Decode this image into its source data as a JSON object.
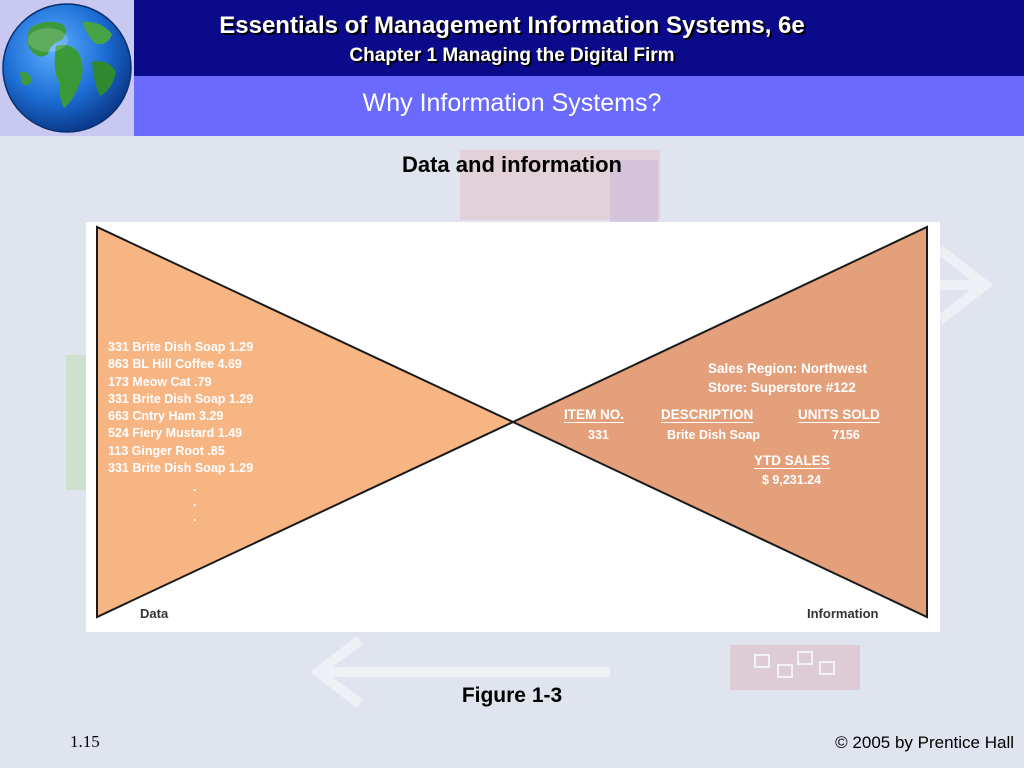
{
  "header": {
    "book_title": "Essentials of Management Information Systems, 6e",
    "chapter_title": "Chapter 1 Managing the Digital Firm",
    "slide_title": "Why Information Systems?"
  },
  "subtitle": "Data and information",
  "figure": {
    "data_items": [
      "331 Brite Dish Soap  1.29",
      "863 BL Hill Coffee  4.69",
      "173 Meow Cat  .79",
      "331 Brite Dish Soap  1.29",
      "663 Cntry Ham 3.29",
      "524 Fiery Mustard  1.49",
      "113 Ginger Root  .85",
      "331 Brite Dish Soap  1.29"
    ],
    "data_ellipsis": ".\n.\n.",
    "data_label": "Data",
    "info_label": "Information",
    "sales_region": "Sales Region: Northwest",
    "store": "Store: Superstore #122",
    "col_item_no": "ITEM NO.",
    "col_description": "DESCRIPTION",
    "col_units_sold": "UNITS SOLD",
    "val_item_no": "331",
    "val_description": "Brite Dish Soap",
    "val_units_sold": "7156",
    "ytd_label": "YTD SALES",
    "ytd_value": "$ 9,231.24",
    "left_color": "#f8b584",
    "right_color": "#e3a07a"
  },
  "figure_caption": "Figure 1-3",
  "footer": {
    "slide_number": "1.15",
    "copyright": "© 2005 by Prentice Hall"
  }
}
